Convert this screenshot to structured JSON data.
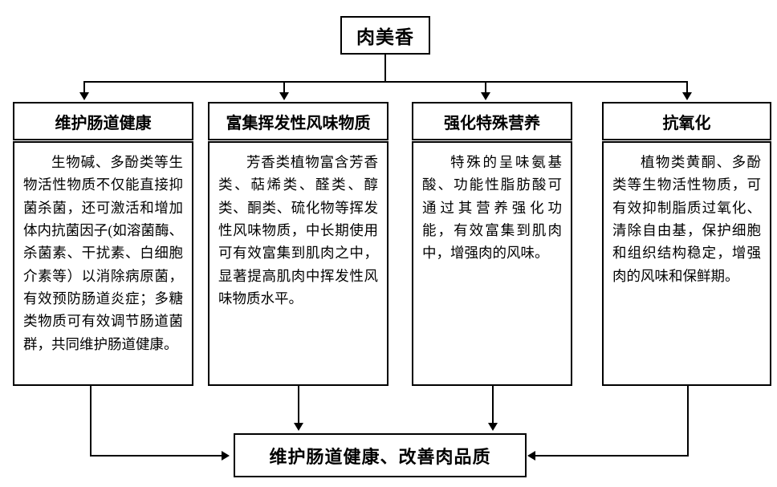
{
  "diagram": {
    "type": "flowchart",
    "root": {
      "label": "肉美香"
    },
    "branches": [
      {
        "head": "维护肠道健康",
        "body": "生物碱、多酚类等生物活性物质不仅能直接抑菌杀菌，还可激活和增加体内抗菌因子(如溶菌酶、杀菌素、干扰素、白细胞介素等）以消除病原菌，有效预防肠道炎症；多糖类物质可有效调节肠道菌群，共同维护肠道健康。"
      },
      {
        "head": "富集挥发性风味物质",
        "body": "芳香类植物富含芳香类、萜烯类、醛类、醇类、酮类、硫化物等挥发性风味物质，中长期使用可有效富集到肌肉之中，显著提高肌肉中挥发性风味物质水平。"
      },
      {
        "head": "强化特殊营养",
        "body": "特殊的呈味氨基酸、功能性脂肪酸可通过其营养强化功能，有效富集到肌肉中，增强肉的风味。"
      },
      {
        "head": "抗氧化",
        "body": "植物类黄酮、多酚类等生物活性物质，可有效抑制脂质过氧化、清除自由基，保护细胞和组织结构稳定，增强肉的风味和保鲜期。"
      }
    ],
    "outcome": {
      "label": "维护肠道健康、改善肉品质"
    },
    "colors": {
      "line": "#000000",
      "box_border": "#000000",
      "background": "#ffffff",
      "text": "#000000"
    }
  }
}
